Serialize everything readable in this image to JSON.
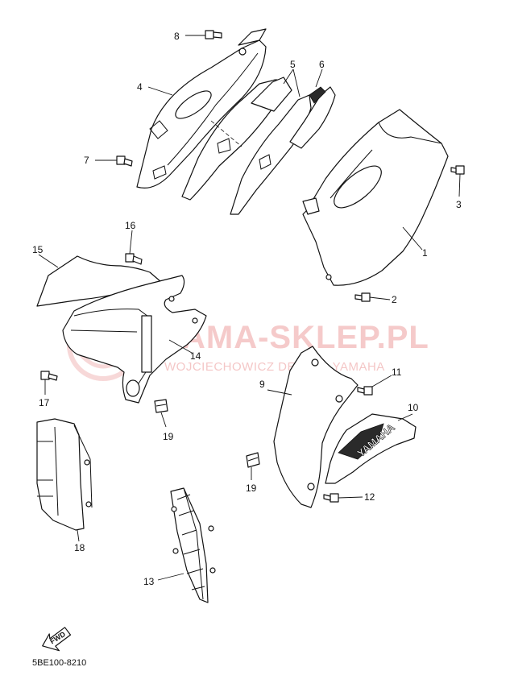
{
  "diagram": {
    "callouts": {
      "c1": "1",
      "c2": "2",
      "c3": "3",
      "c4": "4",
      "c5": "5",
      "c6": "6",
      "c7": "7",
      "c8": "8",
      "c9": "9",
      "c10": "10",
      "c11": "11",
      "c12": "12",
      "c13": "13",
      "c14": "14",
      "c15": "15",
      "c16": "16",
      "c17": "17",
      "c18": "18",
      "c19a": "19",
      "c19b": "19"
    },
    "watermark": {
      "main": "YAMA-SKLEP.PL",
      "sub": "WOJCIECHOWICZ DEALER YAMAHA"
    },
    "decal_text": "YAMAHA",
    "fwd_label": "FWD",
    "part_number": "5BE100-8210",
    "colors": {
      "watermark": "#f2b9b9",
      "ink": "#111111"
    }
  }
}
